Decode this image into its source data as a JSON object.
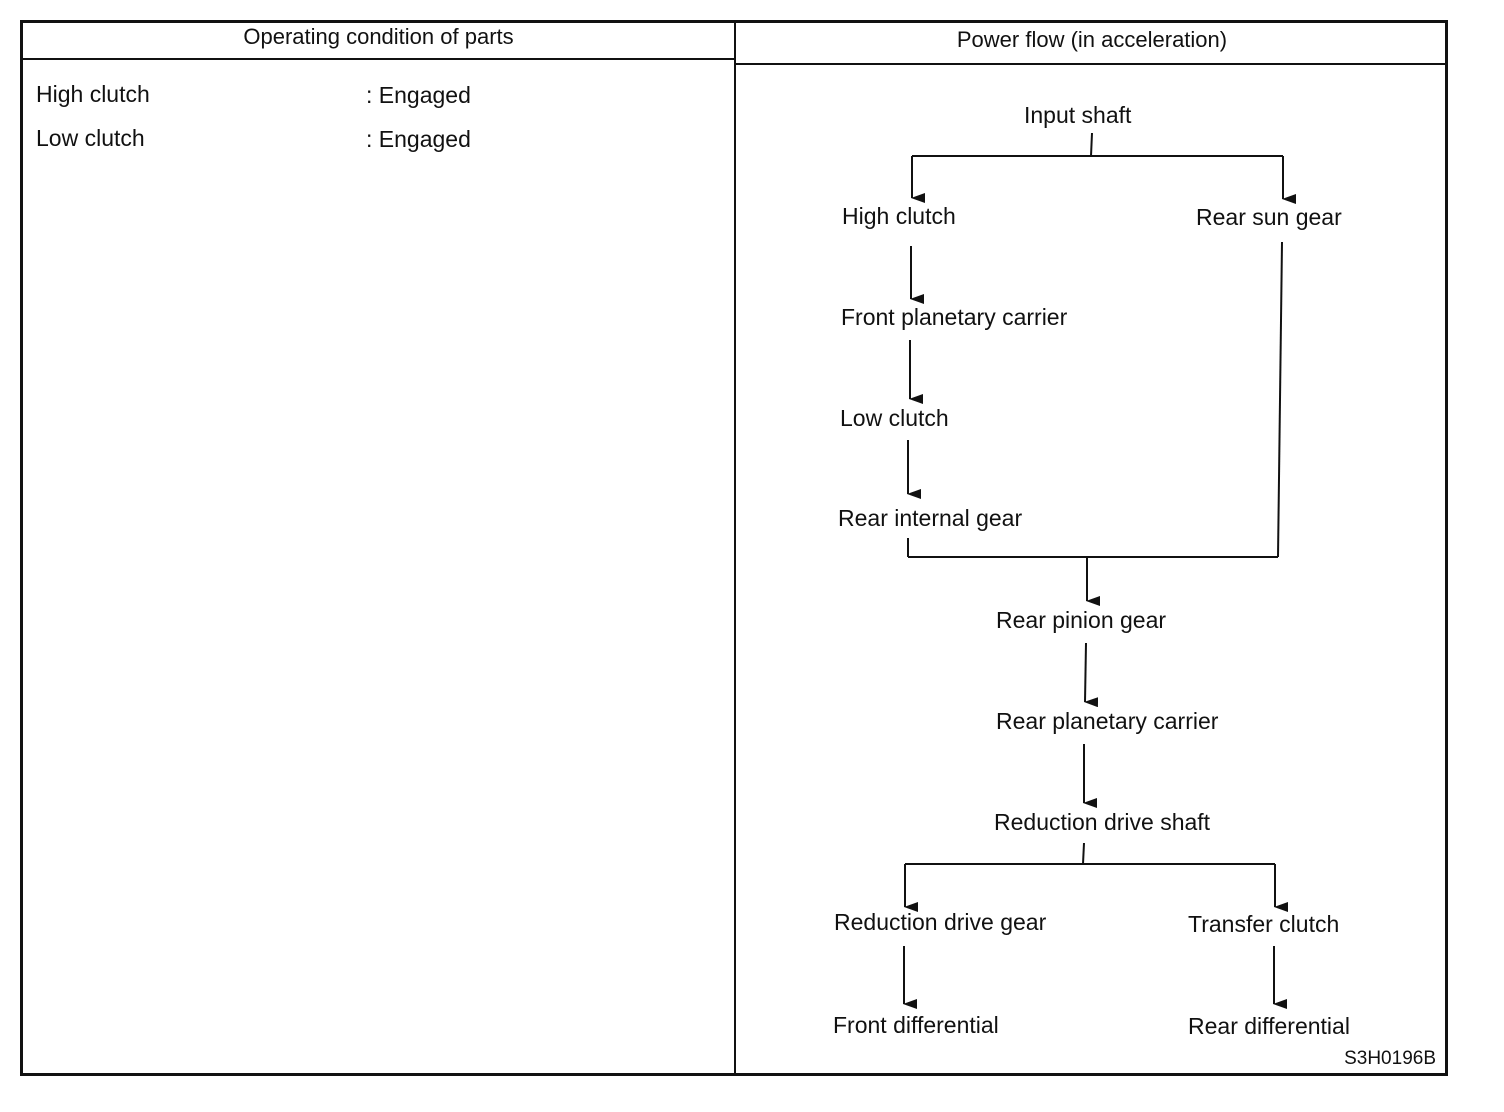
{
  "headers": {
    "left": "Operating condition of parts",
    "right": "Power flow (in acceleration)"
  },
  "conditions": [
    {
      "part": "High clutch",
      "state": ": Engaged"
    },
    {
      "part": "Low clutch",
      "state": ": Engaged"
    }
  ],
  "flow": {
    "input_shaft": "Input shaft",
    "high_clutch": "High clutch",
    "rear_sun_gear": "Rear sun gear",
    "front_planetary_carrier": "Front planetary carrier",
    "low_clutch": "Low clutch",
    "rear_internal_gear": "Rear internal gear",
    "rear_pinion_gear": "Rear pinion gear",
    "rear_planetary_carrier": "Rear planetary carrier",
    "reduction_drive_shaft": "Reduction drive shaft",
    "reduction_drive_gear": "Reduction drive gear",
    "transfer_clutch": "Transfer clutch",
    "front_differential": "Front differential",
    "rear_differential": "Rear differential"
  },
  "figure_code": "S3H0196B"
}
